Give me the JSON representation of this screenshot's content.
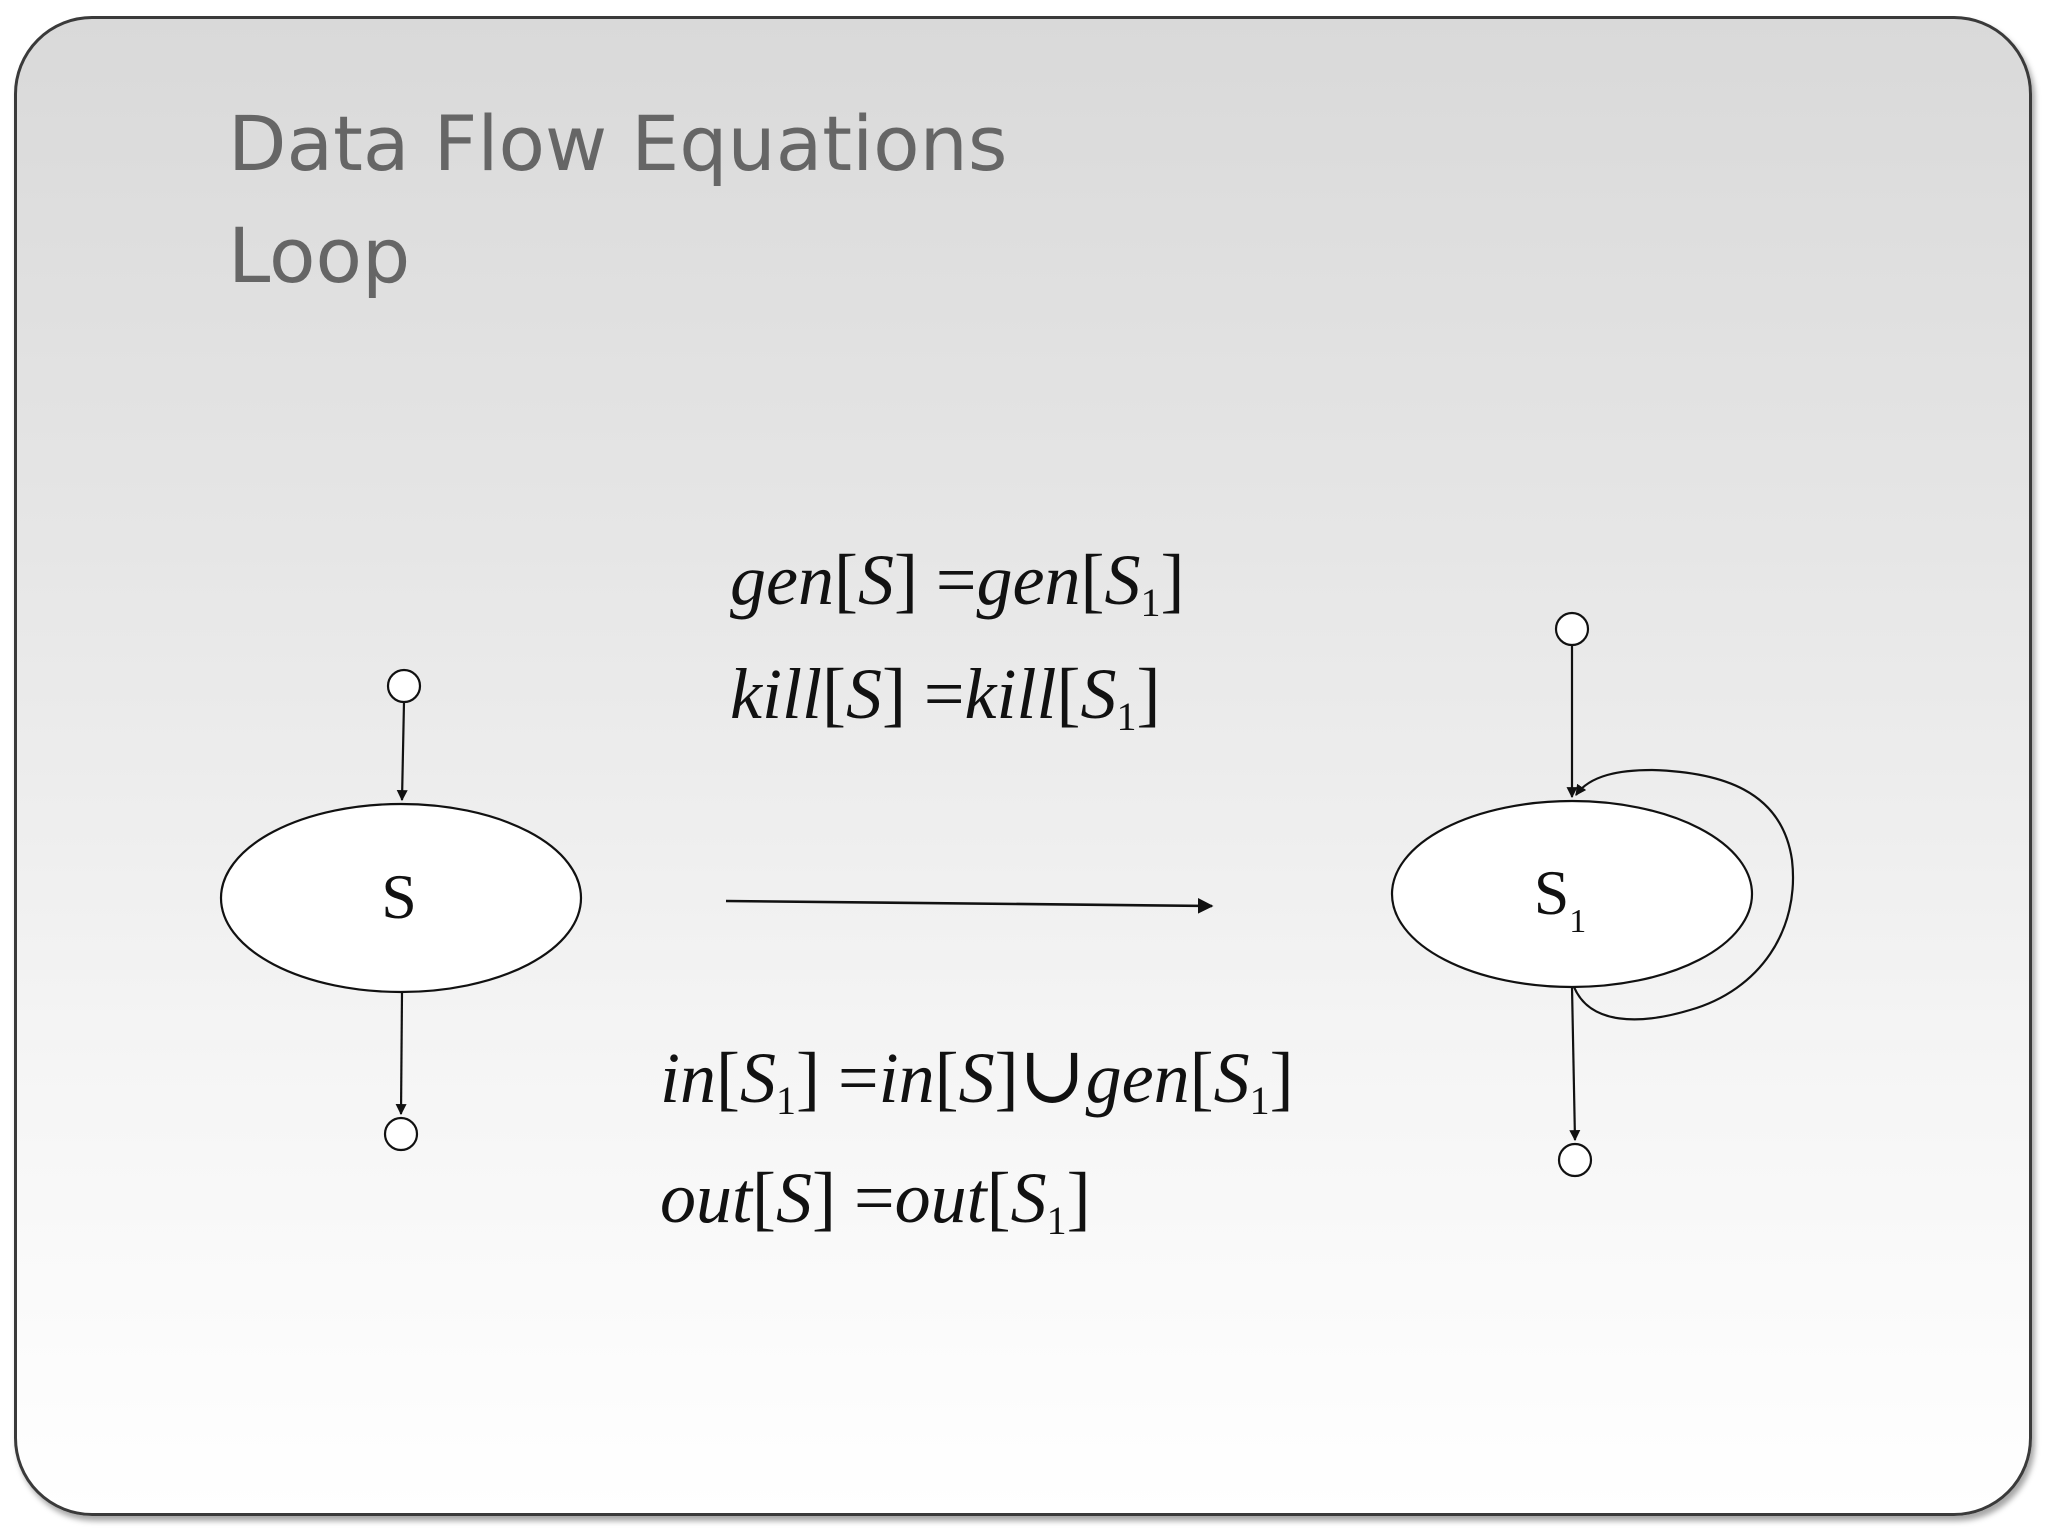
{
  "slide": {
    "title_line1": "Data Flow Equations",
    "title_line2": "Loop"
  },
  "diagram": {
    "left_node_label": "S",
    "right_node_label": "S",
    "right_node_subscript": "1",
    "equations_top": {
      "gen_lhs": "gen",
      "gen_rhs": "gen",
      "kill_lhs": "kill",
      "kill_rhs": "kill",
      "var": "S",
      "sub": "1"
    },
    "equations_bottom": {
      "in_lhs": "in",
      "in_rhs": "in",
      "union": "∪",
      "gen": "gen",
      "out_lhs": "out",
      "out_rhs": "out",
      "var": "S",
      "sub": "1"
    }
  }
}
